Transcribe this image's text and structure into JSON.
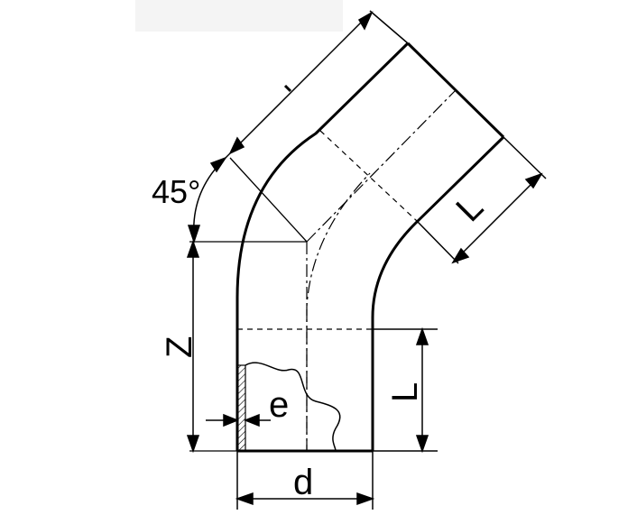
{
  "diagram": {
    "labels": {
      "angle": "45°",
      "z": "Z",
      "e": "e",
      "d": "d",
      "l_vertical": "L",
      "l_angled": "L"
    },
    "colors": {
      "stroke": "#000000",
      "background": "#ffffff"
    }
  }
}
